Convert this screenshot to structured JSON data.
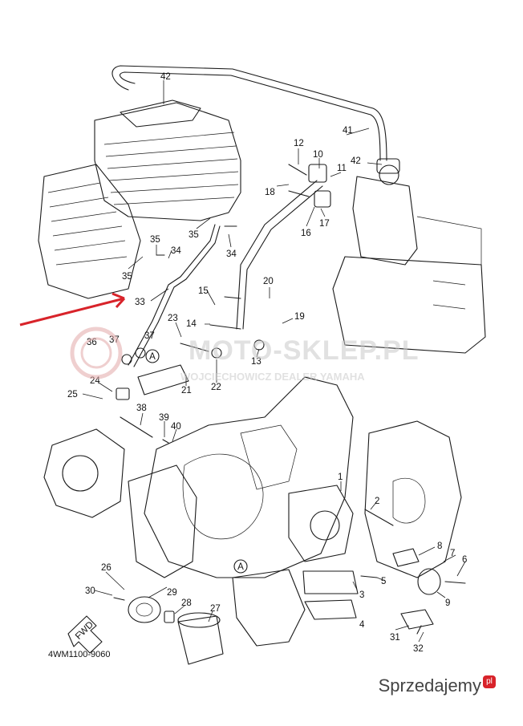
{
  "diagram": {
    "code": "4WM1100-9060",
    "fwd_label": "FWD",
    "ref_label": "A",
    "labels": [
      "42",
      "41",
      "42",
      "12",
      "10",
      "11",
      "18",
      "16",
      "17",
      "35",
      "35",
      "34",
      "34",
      "35",
      "33",
      "37",
      "36",
      "37",
      "23",
      "15",
      "20",
      "14",
      "19",
      "13",
      "24",
      "25",
      "21",
      "22",
      "38",
      "39",
      "40",
      "1",
      "2",
      "3",
      "4",
      "5",
      "6",
      "7",
      "8",
      "9",
      "26",
      "30",
      "29",
      "28",
      "27",
      "31",
      "32"
    ],
    "arrow_color": "#d8232a"
  },
  "watermark": {
    "title": "MOTO-SKLEP.PL",
    "subtitle": "WOJCIECHOWICZ DEALER YAMAHA",
    "seal_color": "#e2a9a9"
  },
  "brand": {
    "name": "Sprzedajemy",
    "badge": "pl"
  }
}
